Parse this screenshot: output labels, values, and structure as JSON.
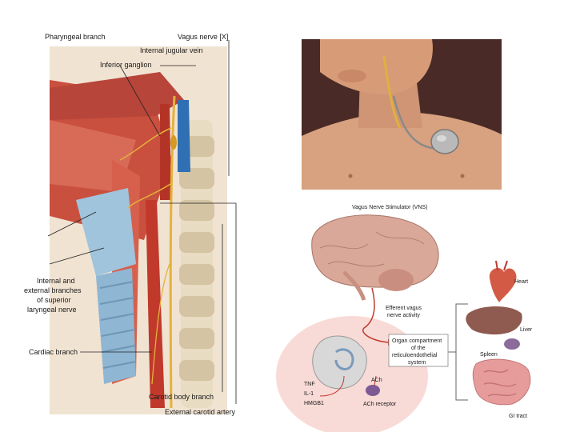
{
  "anatomy": {
    "pharyngeal_branch": "Pharyngeal branch",
    "vagus_nerve": "Vagus nerve [X]",
    "internal_jugular_vein": "Internal jugular vein",
    "inferior_ganglion": "Inferior ganglion",
    "laryngeal_line1": "Internal and",
    "laryngeal_line2": "external branches",
    "laryngeal_line3": "of superior",
    "laryngeal_line4": "laryngeal nerve",
    "cardiac_branch": "Cardiac branch",
    "carotid_body_branch": "Carotid body branch",
    "external_carotid_artery": "External carotid artery"
  },
  "vns": {
    "caption": "Vagus Nerve Stimulator (VNS)"
  },
  "pathway": {
    "efferent_line1": "Efferent vagus",
    "efferent_line2": "nerve activity",
    "organ_line1": "Organ compartment",
    "organ_line2": "of the",
    "organ_line3": "reticuloendothelial",
    "organ_line4": "system",
    "heart": "Heart",
    "liver": "Liver",
    "spleen": "Spleen",
    "gi_tract": "GI tract",
    "ach_top": "ACh",
    "ach_receptor": "ACh receptor",
    "tnf": "TNF",
    "il1": "IL-1",
    "hmgb1": "HMGB1"
  },
  "colors": {
    "muscle": "#c9503e",
    "nerve": "#e3b23c",
    "artery": "#c0392b",
    "vein": "#2f6fb3",
    "skin": "#d8a17f",
    "brain": "#d9a898"
  }
}
